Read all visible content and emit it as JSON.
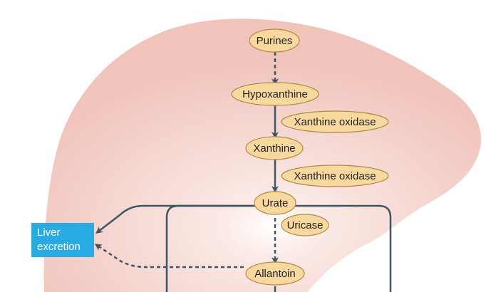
{
  "colors": {
    "liver_fill": "#f1c9c2",
    "liver_center": "#fdf3f1",
    "node_fill": "#f7d9a0",
    "node_stroke": "#b08a43",
    "arrow": "#3d5666",
    "excretion_box": "#29abe2"
  },
  "nodes": {
    "purines": "Purines",
    "hypoxanthine": "Hypoxanthine",
    "xanthine": "Xanthine",
    "urate": "Urate",
    "allantoin": "Allantoin"
  },
  "enzymes": {
    "xanthine_oxidase_1": "Xanthine oxidase",
    "xanthine_oxidase_2": "Xanthine oxidase",
    "uricase": "Uricase"
  },
  "excretion": {
    "line1": "Liver",
    "line2": "excretion"
  }
}
